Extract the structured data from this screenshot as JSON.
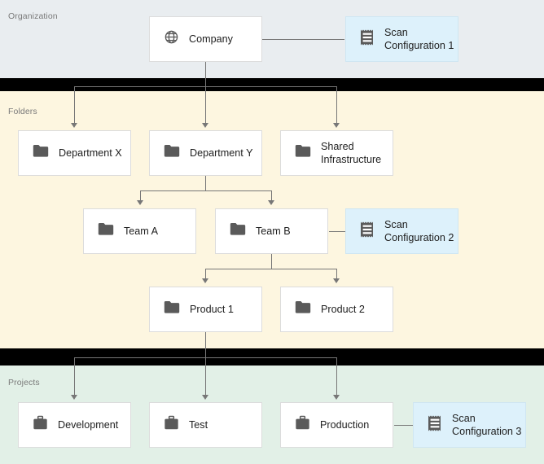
{
  "diagram": {
    "type": "hierarchy-tree",
    "title": "Organization / Folders / Projects hierarchy"
  },
  "bands": [
    {
      "key": "organization",
      "label": "Organization",
      "color": "#e9edf0"
    },
    {
      "key": "folders",
      "label": "Folders",
      "color": "#fdf6e0"
    },
    {
      "key": "projects",
      "label": "Projects",
      "color": "#e2f0e7"
    }
  ],
  "colors": {
    "organization_band": "#e9edf0",
    "folders_band": "#fdf6e0",
    "projects_band": "#e2f0e7",
    "gap": "#000000",
    "node_fill": "#ffffff",
    "node_border": "#dcdcdc",
    "scan_fill": "#ddf1fb",
    "scan_border": "#cfe6f2",
    "connector": "#777777",
    "icon": "#5a5a5a",
    "label_text": "#7a7a7a",
    "node_text": "#202020"
  },
  "nodes": {
    "company": {
      "label": "Company",
      "icon": "globe-icon"
    },
    "scan1": {
      "label": "Scan\nConfiguration 1",
      "icon": "receipt-icon"
    },
    "dept_x": {
      "label": "Department X",
      "icon": "folder-icon"
    },
    "dept_y": {
      "label": "Department Y",
      "icon": "folder-icon"
    },
    "shared": {
      "label": "Shared\nInfrastructure",
      "icon": "folder-icon"
    },
    "team_a": {
      "label": "Team A",
      "icon": "folder-icon"
    },
    "team_b": {
      "label": "Team B",
      "icon": "folder-icon"
    },
    "scan2": {
      "label": "Scan\nConfiguration 2",
      "icon": "receipt-icon"
    },
    "product1": {
      "label": "Product 1",
      "icon": "folder-icon"
    },
    "product2": {
      "label": "Product 2",
      "icon": "folder-icon"
    },
    "development": {
      "label": "Development",
      "icon": "briefcase-icon"
    },
    "test": {
      "label": "Test",
      "icon": "briefcase-icon"
    },
    "production": {
      "label": "Production",
      "icon": "briefcase-icon"
    },
    "scan3": {
      "label": "Scan\nConfiguration 3",
      "icon": "receipt-icon"
    }
  },
  "edges": [
    {
      "from": "company",
      "to": "scan1",
      "style": "plain"
    },
    {
      "from": "company",
      "to": "dept_x",
      "style": "arrow"
    },
    {
      "from": "company",
      "to": "dept_y",
      "style": "arrow"
    },
    {
      "from": "company",
      "to": "shared",
      "style": "arrow"
    },
    {
      "from": "dept_y",
      "to": "team_a",
      "style": "arrow"
    },
    {
      "from": "dept_y",
      "to": "team_b",
      "style": "arrow"
    },
    {
      "from": "team_b",
      "to": "scan2",
      "style": "plain"
    },
    {
      "from": "team_b",
      "to": "product1",
      "style": "arrow"
    },
    {
      "from": "team_b",
      "to": "product2",
      "style": "arrow"
    },
    {
      "from": "product1",
      "to": "development",
      "style": "arrow"
    },
    {
      "from": "product1",
      "to": "test",
      "style": "arrow"
    },
    {
      "from": "product1",
      "to": "production",
      "style": "arrow"
    },
    {
      "from": "production",
      "to": "scan3",
      "style": "plain"
    }
  ]
}
